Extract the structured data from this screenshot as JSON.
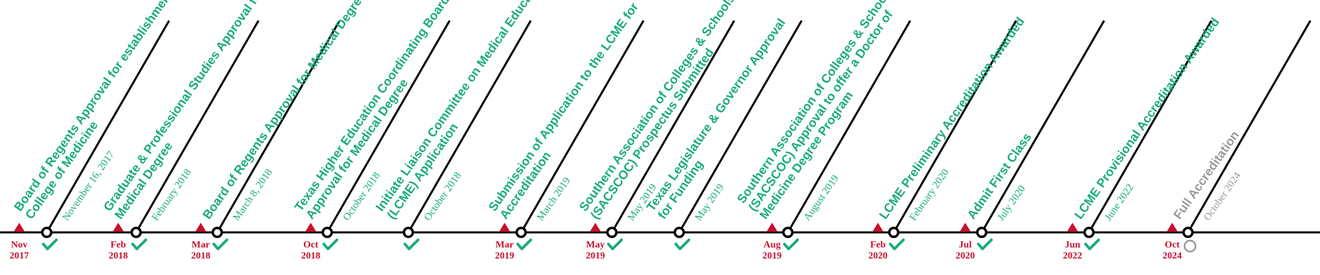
{
  "colors": {
    "accent": "#1aab7e",
    "marker": "#c8102e",
    "line": "#000000",
    "pending": "#9a9a9a"
  },
  "events": [
    {
      "title_lines": [
        "Board of Regents Approval for establishment of",
        "College of Medicine"
      ],
      "date": "November 16, 2017",
      "status": "done"
    },
    {
      "title_lines": [
        "Graduate & Professional Studies Approval for",
        "Medical Degree"
      ],
      "date": "February 2018",
      "status": "done"
    },
    {
      "title_lines": [
        "Board of Regents Approval for Medical Degree"
      ],
      "date": "March 8, 2018",
      "status": "done"
    },
    {
      "title_lines": [
        "Texas Higher Education Coordinating Board",
        "Approval for Medical Degree"
      ],
      "date": "October 2018",
      "status": "done"
    },
    {
      "title_lines": [
        "Initiate Liaison Committee on Medical Education",
        "(LCME) Application"
      ],
      "date": "October 2018",
      "status": "done"
    },
    {
      "title_lines": [
        "Submission of Application to the LCME for",
        "Accreditation"
      ],
      "date": "March 2019",
      "status": "done"
    },
    {
      "title_lines": [
        "Southern Association of Colleges & Schools",
        "(SACSCOC) Prospectus Submitted"
      ],
      "date": "May 2019",
      "status": "done"
    },
    {
      "title_lines": [
        "Texas Legislature & Governor Approval",
        "for Funding"
      ],
      "date": "May 2019",
      "status": "done"
    },
    {
      "title_lines": [
        "Southern Association of Colleges & Schools",
        "(SACSCOC) Approval to offer a Doctor of",
        "Medicine Degree Program"
      ],
      "date": "August 2019",
      "status": "done"
    },
    {
      "title_lines": [
        "LCME Preliminary Accreditation Awarded"
      ],
      "date": "February 2020",
      "status": "done"
    },
    {
      "title_lines": [
        "Admit First Class"
      ],
      "date": "July 2020",
      "status": "done"
    },
    {
      "title_lines": [
        "LCME Provisional Accreditation Awarded"
      ],
      "date": "June 2022",
      "status": "done"
    },
    {
      "title_lines": [
        "Full Accreditation"
      ],
      "date": "October 2024",
      "status": "pending"
    }
  ],
  "year_markers": [
    {
      "month": "Nov",
      "year": "2017"
    },
    {
      "month": "Feb",
      "year": "2018"
    },
    {
      "month": "Mar",
      "year": "2018"
    },
    {
      "month": "Oct",
      "year": "2018"
    },
    {
      "month": "Mar",
      "year": "2019"
    },
    {
      "month": "May",
      "year": "2019"
    },
    {
      "month": "Aug",
      "year": "2019"
    },
    {
      "month": "Feb",
      "year": "2020"
    },
    {
      "month": "Jul",
      "year": "2020"
    },
    {
      "month": "Jun",
      "year": "2022"
    },
    {
      "month": "Oct",
      "year": "2024"
    }
  ]
}
